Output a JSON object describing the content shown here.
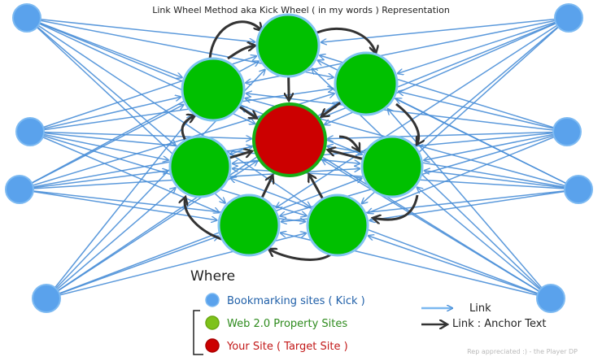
{
  "title": "Link Wheel Method aka Kick Wheel ( in my words ) Representation",
  "legend": {
    "heading": "Where",
    "kick_label": "Bookmarking sites ( Kick )",
    "web20_label": "Web 2.0 Property Sites",
    "target_label": "Your Site ( Target Site )",
    "link_label": "Link",
    "anchor_label": "Link : Anchor Text"
  },
  "footer": "Rep appreciated :) - the Player DP",
  "colors": {
    "kick_node": "#5aa2ec",
    "web20_node": "#00c000",
    "target_node": "#cc0000",
    "link_arrow": "#4a8fd8",
    "anchor_arrow": "#333333"
  }
}
